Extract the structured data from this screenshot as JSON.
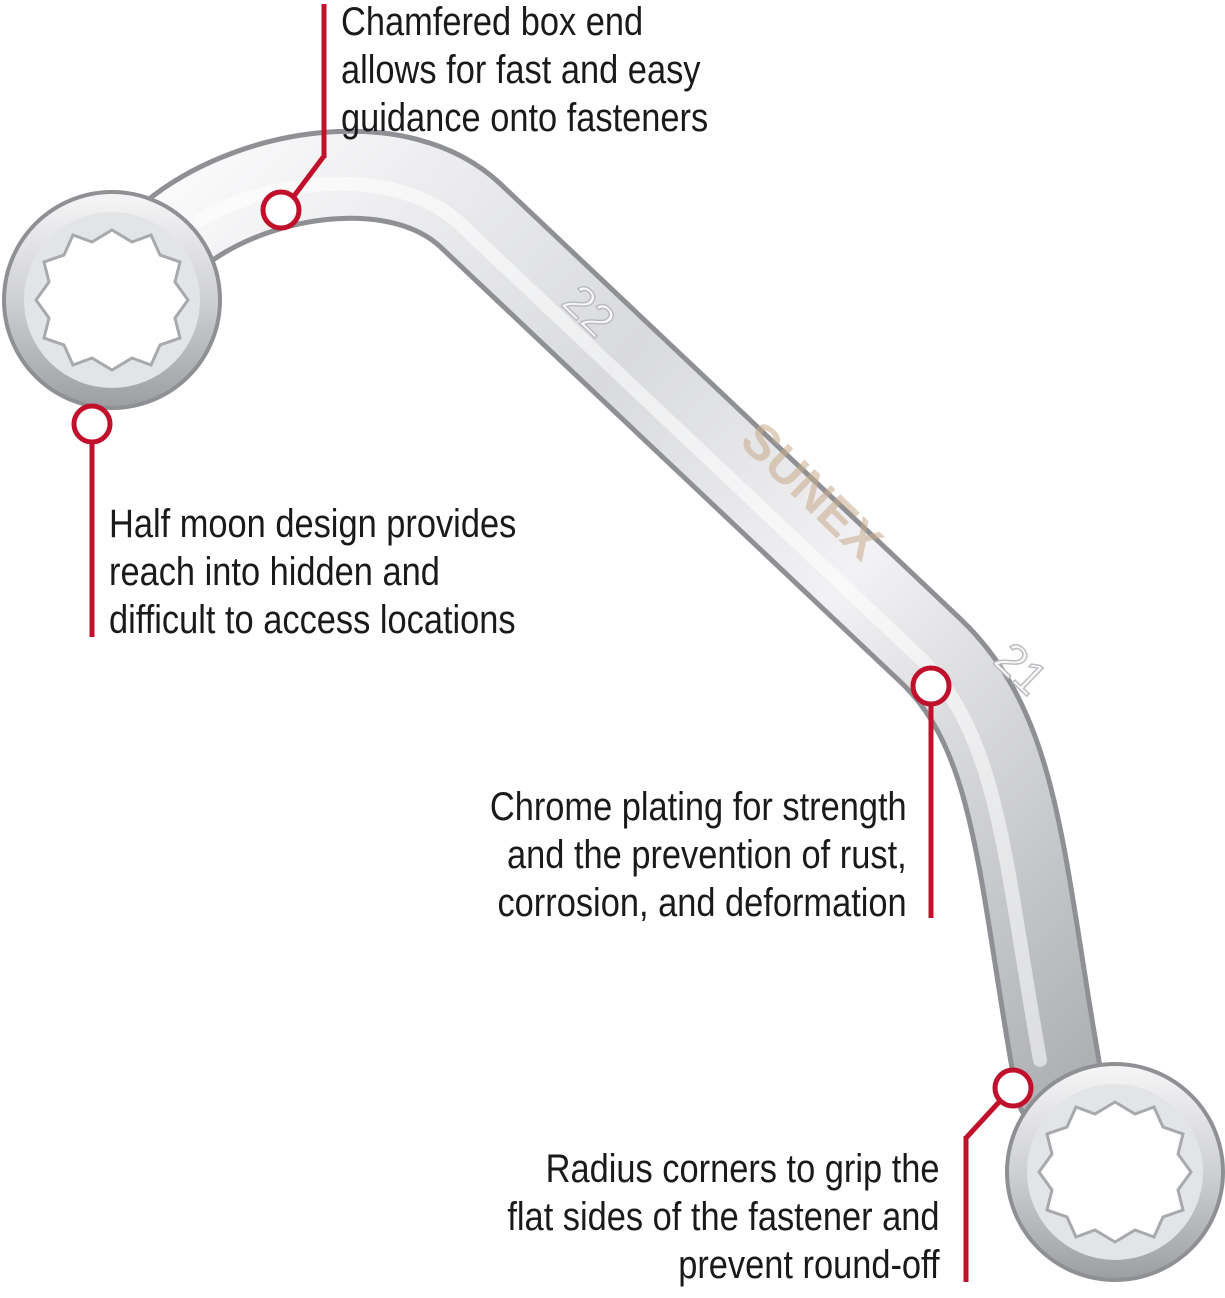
{
  "product": {
    "brand_stamp": "SUNEX",
    "size_marks": [
      "22",
      "21"
    ]
  },
  "callouts": [
    {
      "id": "chamfered-box-end",
      "lines": [
        "Chamfered box end",
        "allows for fast and easy",
        "guidance onto fasteners"
      ]
    },
    {
      "id": "half-moon-design",
      "lines": [
        "Half moon design provides",
        "reach into hidden and",
        "difficult to access locations"
      ]
    },
    {
      "id": "chrome-plating",
      "lines": [
        "Chrome plating for strength",
        "and the prevention of rust,",
        "corrosion, and deformation"
      ]
    },
    {
      "id": "radius-corners",
      "lines": [
        "Radius corners to grip the",
        "flat sides of the fastener and",
        "prevent round-off"
      ]
    }
  ],
  "colors": {
    "accent": "#c0102c",
    "text": "#1a1a1a",
    "chrome_light": "#f4f4f6",
    "chrome_mid": "#c9cacd",
    "chrome_dark": "#8e9094",
    "background": "#ffffff"
  }
}
